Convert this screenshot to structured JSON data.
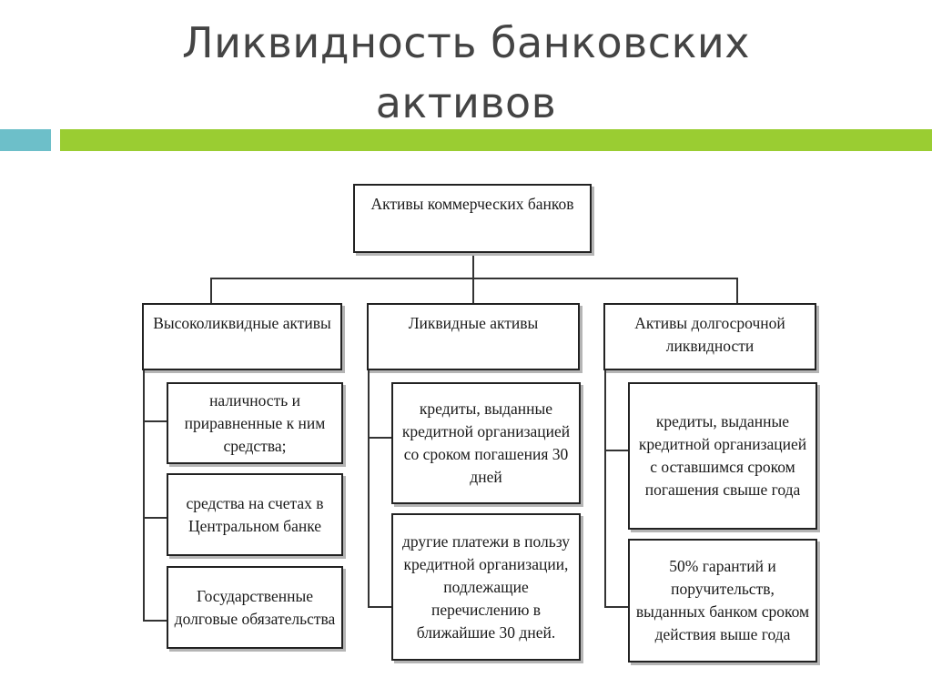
{
  "slide": {
    "title_line1": "Ликвидность банковских",
    "title_line2": "активов",
    "accent_colors": {
      "left": "#6dbfc9",
      "right": "#9acd32"
    }
  },
  "diagram": {
    "root": "Активы коммерческих банков",
    "categories": [
      {
        "label": "Высоколиквидные активы",
        "items": [
          "наличность и приравненные к ним средства;",
          "средства на счетах в Центральном банке",
          "Государственные долговые обязательства"
        ]
      },
      {
        "label": "Ликвидные активы",
        "items": [
          "кредиты, выданные кредитной организацией со сроком погашения 30 дней",
          "другие платежи в пользу кредитной организации, подлежащие перечислению в ближайшие 30 дней."
        ]
      },
      {
        "label": "Активы долгосрочной ликвидности",
        "items": [
          "кредиты, выданные кредитной организацией с оставшимся сроком погашения свыше года",
          "50% гарантий и поручительств, выданных банком сроком действия выше года"
        ]
      }
    ]
  }
}
